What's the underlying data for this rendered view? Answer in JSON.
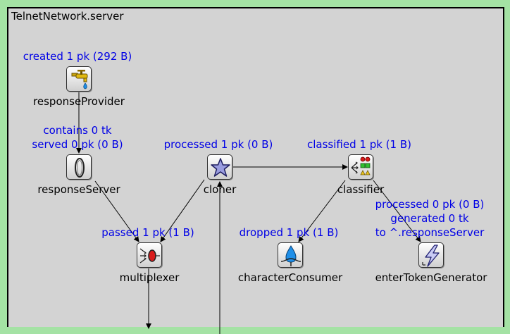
{
  "network": {
    "title": "TelnetNetwork.server"
  },
  "modules": {
    "responseProvider": {
      "label": "responseProvider",
      "status": [
        "created 1 pk (292 B)"
      ]
    },
    "responseServer": {
      "label": "responseServer",
      "status": [
        "contains 0 tk",
        "served 0 pk (0 B)"
      ]
    },
    "cloner": {
      "label": "cloner",
      "status": [
        "processed 1 pk (0 B)"
      ]
    },
    "classifier": {
      "label": "classifier",
      "status": [
        "classified 1 pk (1 B)"
      ]
    },
    "multiplexer": {
      "label": "multiplexer",
      "status": [
        "passed 1 pk (1 B)"
      ]
    },
    "characterConsumer": {
      "label": "characterConsumer",
      "status": [
        "dropped 1 pk (1 B)"
      ]
    },
    "enterTokenGenerator": {
      "label": "enterTokenGenerator",
      "status": [
        "processed 0 pk (0 B)",
        "generated 0 tk",
        "to ^.responseServer"
      ]
    }
  },
  "icons": {
    "responseProvider": "faucet-icon",
    "responseServer": "server-ring-icon",
    "cloner": "star-icon",
    "classifier": "classifier-icon",
    "multiplexer": "multiplexer-icon",
    "characterConsumer": "drop-sink-icon",
    "enterTokenGenerator": "lightning-icon"
  },
  "colors": {
    "background": "#a4e2a4",
    "canvas": "#d3d3d3",
    "status_text": "#0000e6",
    "connection": "#000000"
  }
}
